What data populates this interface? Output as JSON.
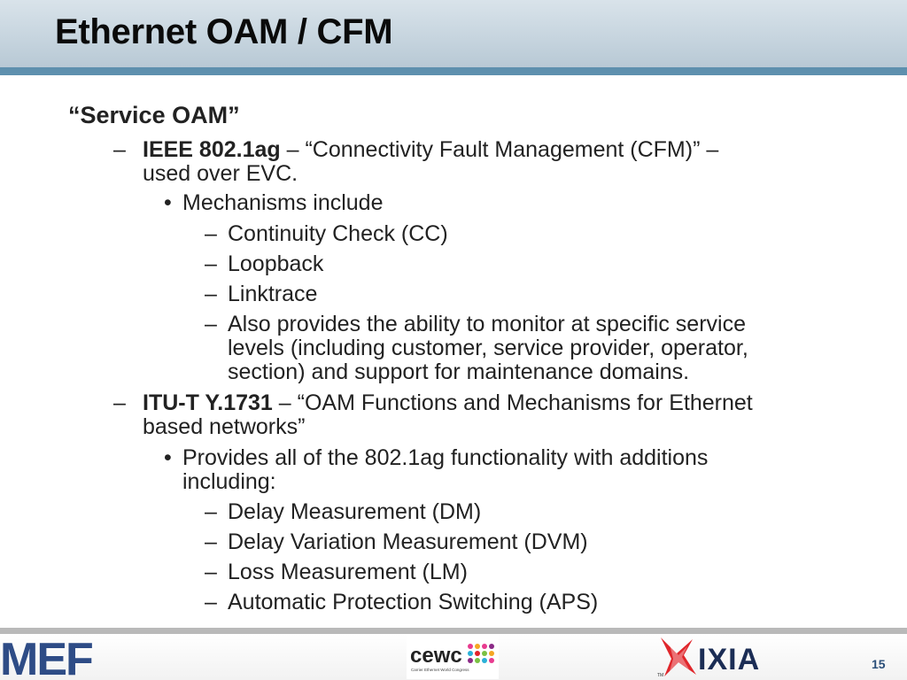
{
  "slide": {
    "title": "Ethernet OAM / CFM",
    "page_number": "15"
  },
  "content": {
    "heading": "“Service OAM”",
    "items": [
      {
        "marker": "–",
        "bold": "IEEE 802.1ag",
        "text": " – “Connectivity Fault Management (CFM)” –",
        "cont": "used over EVC."
      },
      {
        "marker": "•",
        "text": "Mechanisms include"
      },
      {
        "marker": "–",
        "text": "Continuity Check (CC)"
      },
      {
        "marker": "–",
        "text": "Loopback"
      },
      {
        "marker": "–",
        "text": "Linktrace"
      },
      {
        "marker": "–",
        "text": "Also provides the ability to monitor at specific service",
        "cont": "levels (including customer, service provider, operator,",
        "cont2": "section) and support for maintenance domains."
      },
      {
        "marker": "–",
        "bold": "ITU-T Y.1731",
        "text": " – “OAM Functions and Mechanisms for Ethernet",
        "cont": "based networks”"
      },
      {
        "marker": "•",
        "text": "Provides all of the 802.1ag functionality with additions",
        "cont": "including:"
      },
      {
        "marker": "–",
        "text": "Delay Measurement (DM)"
      },
      {
        "marker": "–",
        "text": "Delay Variation Measurement (DVM)"
      },
      {
        "marker": "–",
        "text": "Loss Measurement (LM)"
      },
      {
        "marker": "–",
        "text": "Automatic Protection Switching (APS)"
      }
    ]
  },
  "footer": {
    "logos": {
      "mef": "MEF",
      "cewc": "cewc",
      "cewc_tagline": "Carrier Ethernet World Congress",
      "ixia": "IXIA",
      "ixia_tm": "TM"
    },
    "colors": {
      "mef": "#2e4c86",
      "ixia_red": "#e0262b",
      "ixia_dark": "#1b2d55",
      "header_rule": "#5e90ae"
    }
  }
}
